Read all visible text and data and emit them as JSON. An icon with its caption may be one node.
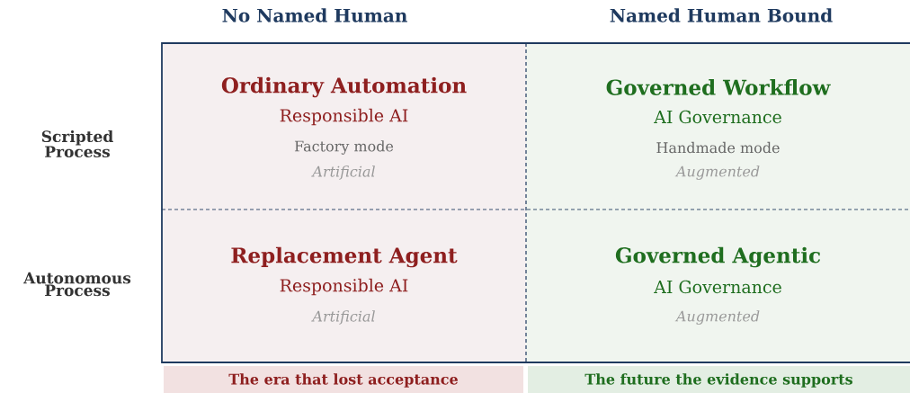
{
  "diagram": {
    "nodes": [
      {
        "text": [
          "Ordinary Automation",
          "Responsible AI",
          "Factory mode",
          "Artificial"
        ]
      },
      {
        "text": [
          "Governed Workflow",
          "AI Governance",
          "Handmade mode",
          "Augmented"
        ]
      },
      {
        "text": [
          "Replacement Agent",
          "Responsible AI",
          "Artificial"
        ]
      },
      {
        "text": [
          "Governed Agentic",
          "AI Governance",
          "Augmented"
        ]
      },
      {
        "text": [
          "The era that lost acceptance"
        ]
      },
      {
        "text": [
          "The future the evidence supports"
        ]
      }
    ],
    "labels": [
      "No Named Human",
      "Named Human Bound",
      "Scripted Process",
      "Autonomous Process"
    ]
  }
}
